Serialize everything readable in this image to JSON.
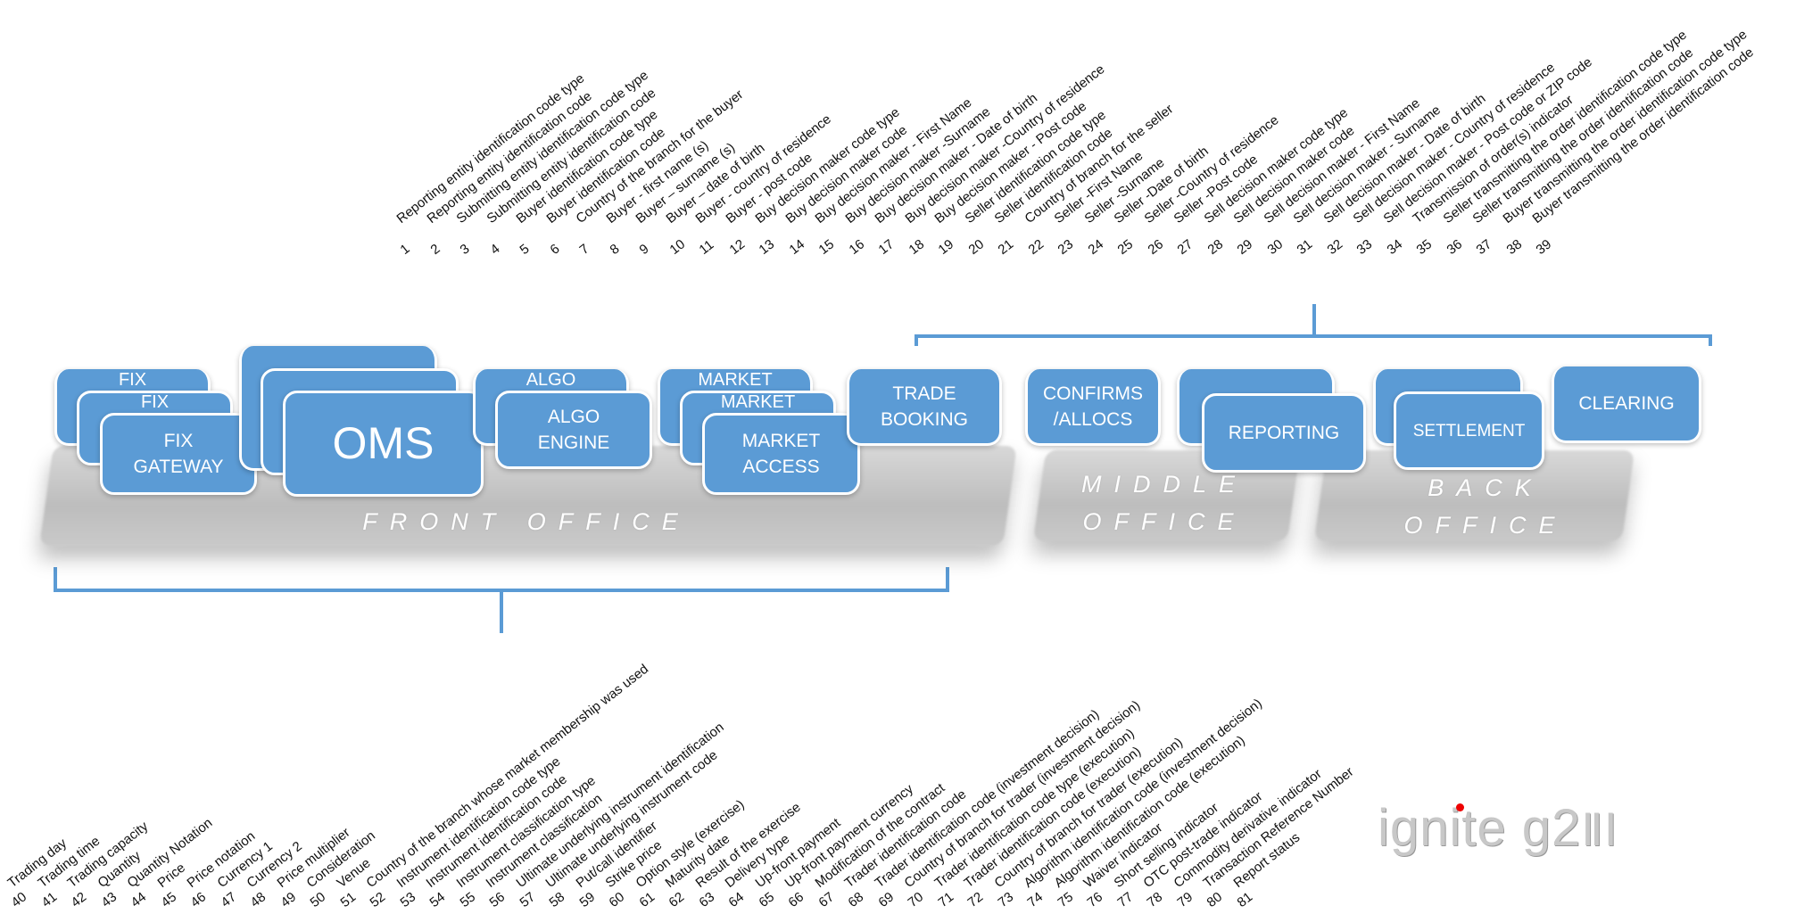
{
  "top_fields": [
    "Reporting entity identification code type",
    "Reporting entity identification code",
    "Submitting entity identification code type",
    "Submitting entity identification code",
    "Buyer identification code type",
    "Buyer identification code",
    "Country of the branch for the buyer",
    "Buyer - first name (s)",
    "Buyer – surname (s)",
    "Buyer – date of birth",
    "Buyer - country of residence",
    "Buyer - post code",
    "Buy decision maker code type",
    "Buy decision maker code",
    "Buy decision maker - First Name",
    "Buy decision maker -Surname",
    "Buy decision maker - Date of birth",
    "Buy decision maker -Country of residence",
    "Buy decision maker - Post code",
    "Seller identification code type",
    "Seller identification code",
    "Country of branch for the seller",
    "Seller -First Name",
    "Seller -Surname",
    "Seller -Date of birth",
    "Seller -Country of residence",
    "Seller -Post code",
    "Sell decision maker code type",
    "Sell decision maker code",
    "Sell decision maker - First Name",
    "Sell decision maker - Surname",
    "Sell decision maker - Date of birth",
    "Sell decision maker - Country of residence",
    "Sell decision maker - Post code or ZIP code",
    "Transmission of order(s) indicator",
    "Seller transmitting the order identification code type",
    "Seller transmitting the order identification code",
    "Buyer transmitting the order identification code type",
    "Buyer transmitting the order identification code"
  ],
  "top_numbers": [
    "1",
    "2",
    "3",
    "4",
    "5",
    "6",
    "7",
    "8",
    "9",
    "10",
    "11",
    "12",
    "13",
    "14",
    "15",
    "16",
    "17",
    "18",
    "19",
    "20",
    "21",
    "22",
    "23",
    "24",
    "25",
    "26",
    "27",
    "28",
    "29",
    "30",
    "31",
    "32",
    "33",
    "34",
    "35",
    "36",
    "37",
    "38",
    "39"
  ],
  "bottom_fields": [
    "Trading day",
    "Trading time",
    "Trading capacity",
    "Quantity",
    "Quantity Notation",
    "Price",
    "Price notation",
    "Currency 1",
    "Currency 2",
    "Price multiplier",
    "Consideration",
    "Venue",
    "Country of the branch whose market membership was used",
    "Instrument identification code type",
    "Instrument identification code",
    "Instrument classification type",
    "Instrument classification",
    "Ultimate underlying instrument identification",
    "Ultimate underlying instrument code",
    "Put/call identifier",
    "Strike price",
    "Option style (exercise)",
    "Maturity date",
    "Result of the exercise",
    "Delivery type",
    "Up-front payment",
    "Up-front payment currency",
    "Modification of the contract",
    "Trader identification code",
    "Trader identification code (investment decision)",
    "Country of branch for trader (investment decision)",
    "Trader identification code type (execution)",
    "Trader identification code (execution)",
    "Country of branch for trader (execution)",
    "Algorithm identification code (investment decision)",
    "Algorithm identification code (execution)",
    "Waiver indicator",
    "Short selling indicator",
    "OTC post-trade indicator",
    "Commodity derivative indicator",
    "Transaction Reference Number",
    "Report status"
  ],
  "bottom_numbers": [
    "40",
    "41",
    "42",
    "43",
    "44",
    "45",
    "46",
    "47",
    "48",
    "49",
    "50",
    "51",
    "52",
    "53",
    "54",
    "55",
    "56",
    "57",
    "58",
    "59",
    "60",
    "61",
    "62",
    "63",
    "64",
    "65",
    "66",
    "67",
    "68",
    "69",
    "70",
    "71",
    "72",
    "73",
    "74",
    "75",
    "76",
    "77",
    "78",
    "79",
    "80",
    "81"
  ],
  "boxes": {
    "fix": "FIX",
    "fix_gateway": "FIX\nGATEWAY",
    "oms": "OMS",
    "algo": "ALGO",
    "algo_engine": "ALGO\nENGINE",
    "market": "MARKET",
    "market_access": "MARKET\nACCESS",
    "trade_booking": "TRADE\nBOOKING",
    "confirms": "CONFIRMS\n/ALLOCS",
    "reporting": "REPORTING",
    "settlement": "SETTLEMENT",
    "clearing": "CLEARING"
  },
  "offices": {
    "front": "FRONT OFFICE",
    "middle": "MIDDLE\nOFFICE",
    "back": "BACK\nOFFICE"
  },
  "logo": "ignite g2",
  "colors": {
    "box": "#5b9bd5",
    "bracket": "#5b9bd5",
    "platform": "#c0c0c0"
  }
}
